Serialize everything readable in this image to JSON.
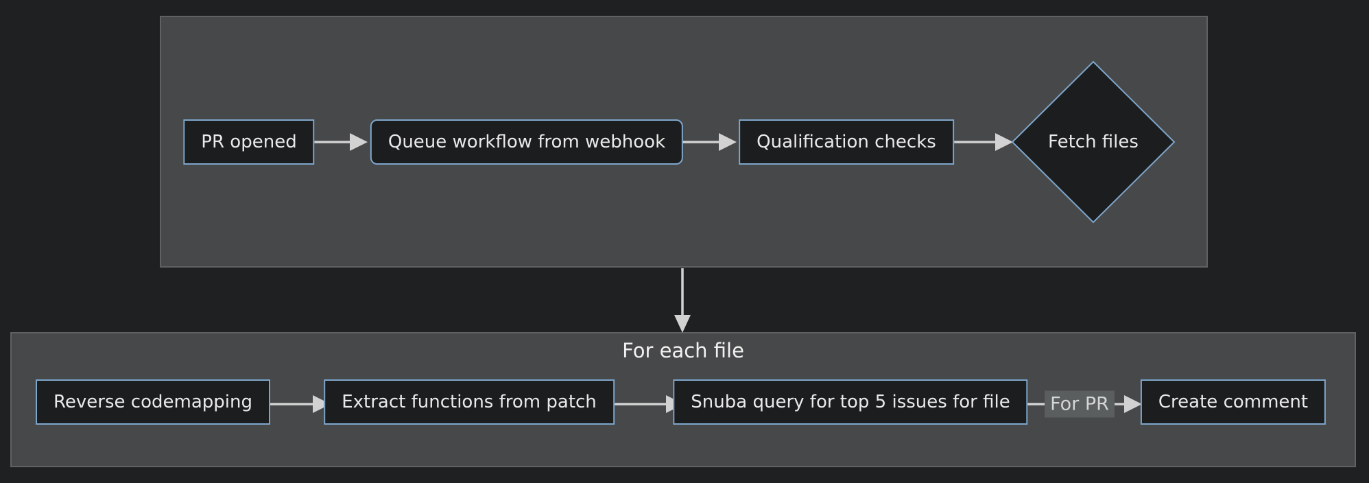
{
  "colors": {
    "page-bg": "#1e2021",
    "cluster-bg": "#474849",
    "cluster-border": "#5e6263",
    "node-bg": "#1b1d1e",
    "node-border": "#7ea6cb",
    "node-text": "#e9e9e9",
    "edge": "#d2d2d2",
    "edge-label-bg": "#5a5e5f",
    "edge-label-text": "#d4d5d5",
    "cluster-title": "#f1f1f1"
  },
  "diagram": {
    "stage1": {
      "nodes": {
        "pr_opened": "PR opened",
        "queue_workflow": "Queue workflow from webhook",
        "qualification_checks": "Qualification checks",
        "fetch_files": "Fetch files"
      }
    },
    "stage2": {
      "title": "For each file",
      "nodes": {
        "reverse_codemapping": "Reverse codemapping",
        "extract_functions": "Extract functions from patch",
        "snuba_query": "Snuba query for top 5 issues for file",
        "create_comment": "Create comment"
      },
      "edge_label": "For PR"
    }
  }
}
